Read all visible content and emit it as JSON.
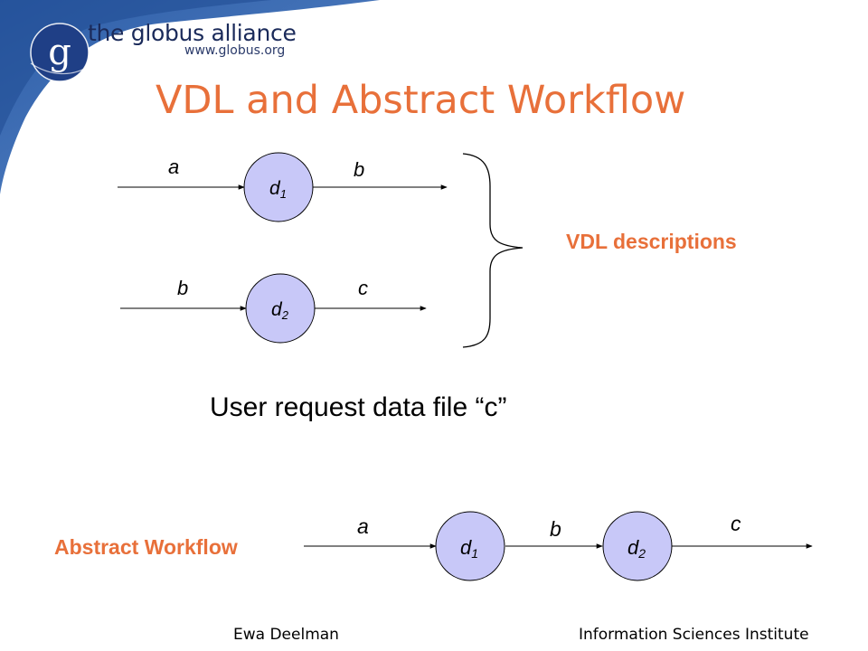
{
  "header": {
    "logo_letter": "g",
    "brand_name": "the globus alliance",
    "brand_url": "www.globus.org"
  },
  "title": "VDL and Abstract Workflow",
  "vdl": {
    "label": "VDL descriptions",
    "d1": {
      "node": "d1",
      "input": "a",
      "output": "b"
    },
    "d2": {
      "node": "d2",
      "input": "b",
      "output": "c"
    }
  },
  "request_text": "User request data file “c”",
  "workflow": {
    "label": "Abstract Workflow",
    "nodes": [
      "d1",
      "d2"
    ],
    "edge_labels": [
      "a",
      "b",
      "c"
    ]
  },
  "footer": {
    "left": "Ewa Deelman",
    "right": "Information Sciences Institute"
  },
  "colors": {
    "accent": "#e8703a",
    "node_fill": "#c8c8f8",
    "banner_blue": "#3a6ab0"
  }
}
